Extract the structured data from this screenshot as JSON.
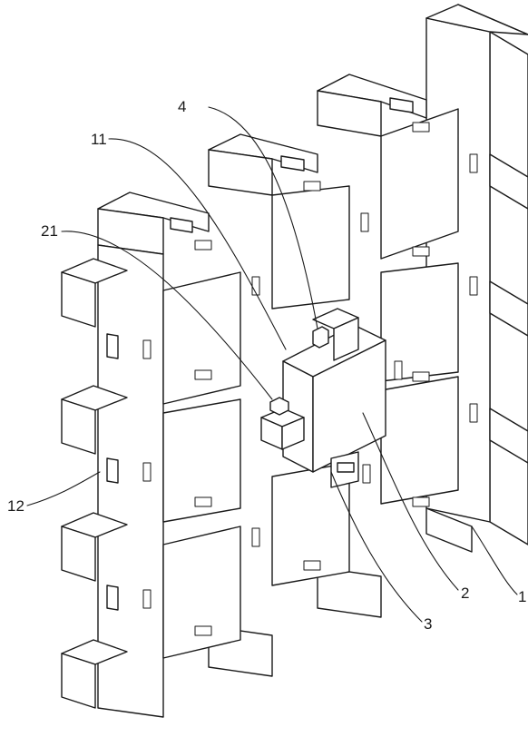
{
  "diagram": {
    "callouts": [
      {
        "id": "1",
        "text": "1"
      },
      {
        "id": "2",
        "text": "2"
      },
      {
        "id": "3",
        "text": "3"
      },
      {
        "id": "4",
        "text": "4"
      },
      {
        "id": "11",
        "text": "11"
      },
      {
        "id": "12",
        "text": "12"
      },
      {
        "id": "21",
        "text": "21"
      }
    ]
  }
}
